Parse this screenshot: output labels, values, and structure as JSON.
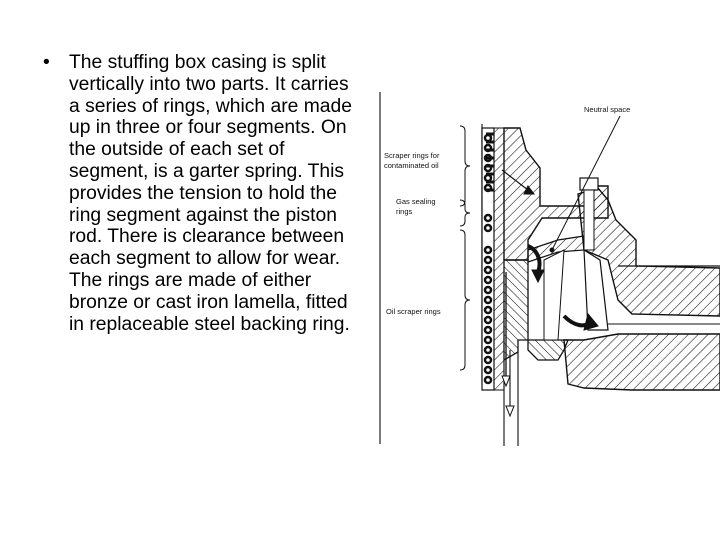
{
  "bullet": {
    "mark": "•",
    "text": "The stuffing box casing is split vertically into two parts. It carries a series of rings, which are made up in three or four segments. On the outside of each set of segment, is a garter spring. This provides the tension to hold the ring segment against the piston rod. There is clearance between each segment to allow for wear. The rings are made of either bronze or cast iron lamella, fitted in replaceable steel backing ring."
  },
  "diagram": {
    "labels": {
      "neutral_space": "Neutral space",
      "scraper_line1": "Scraper rings for",
      "scraper_line2": "contaminated oil",
      "gas_line1": "Gas sealing",
      "gas_line2": "rings",
      "oil_scraper": "Oil scraper rings"
    }
  }
}
